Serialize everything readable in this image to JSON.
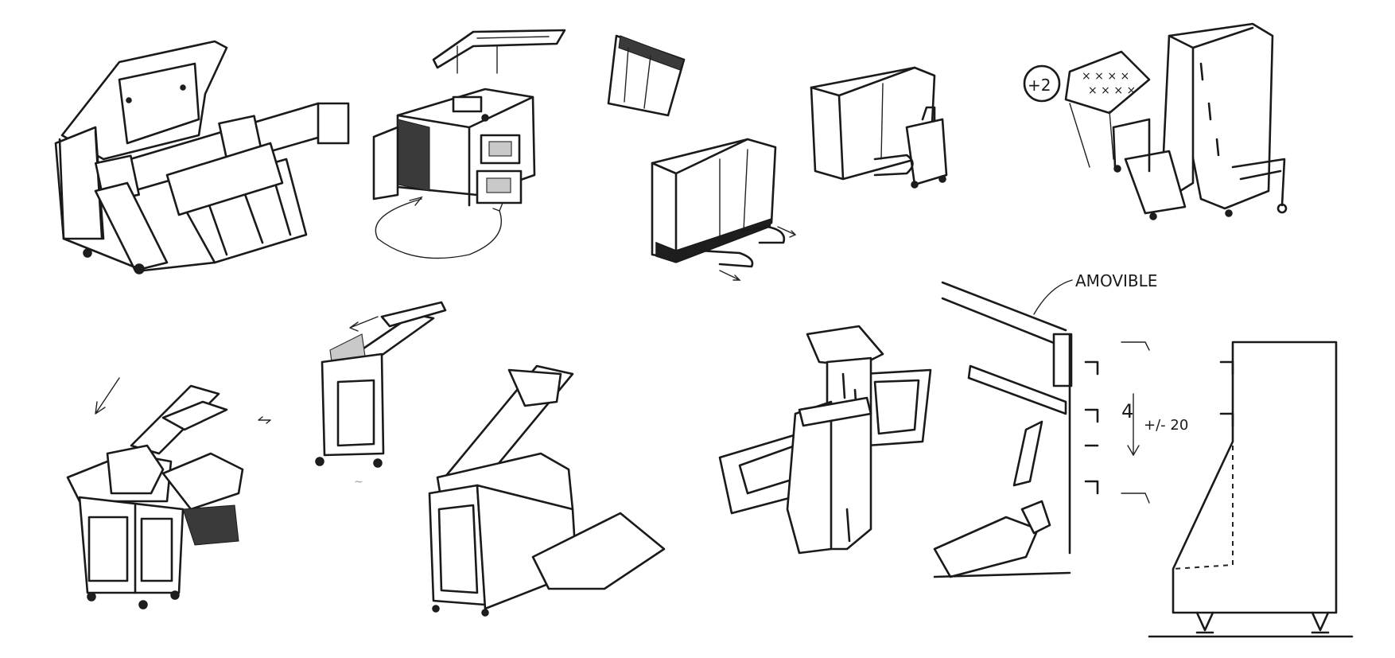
{
  "annotations": {
    "plus_two": "+2",
    "amovible": "AMOVIBLE",
    "plus_minus_20": "+/- 20",
    "four": "4"
  },
  "colors": {
    "paper": "#ffffff",
    "ink": "#1a1a1a",
    "pencil": "#9a9a9a"
  }
}
